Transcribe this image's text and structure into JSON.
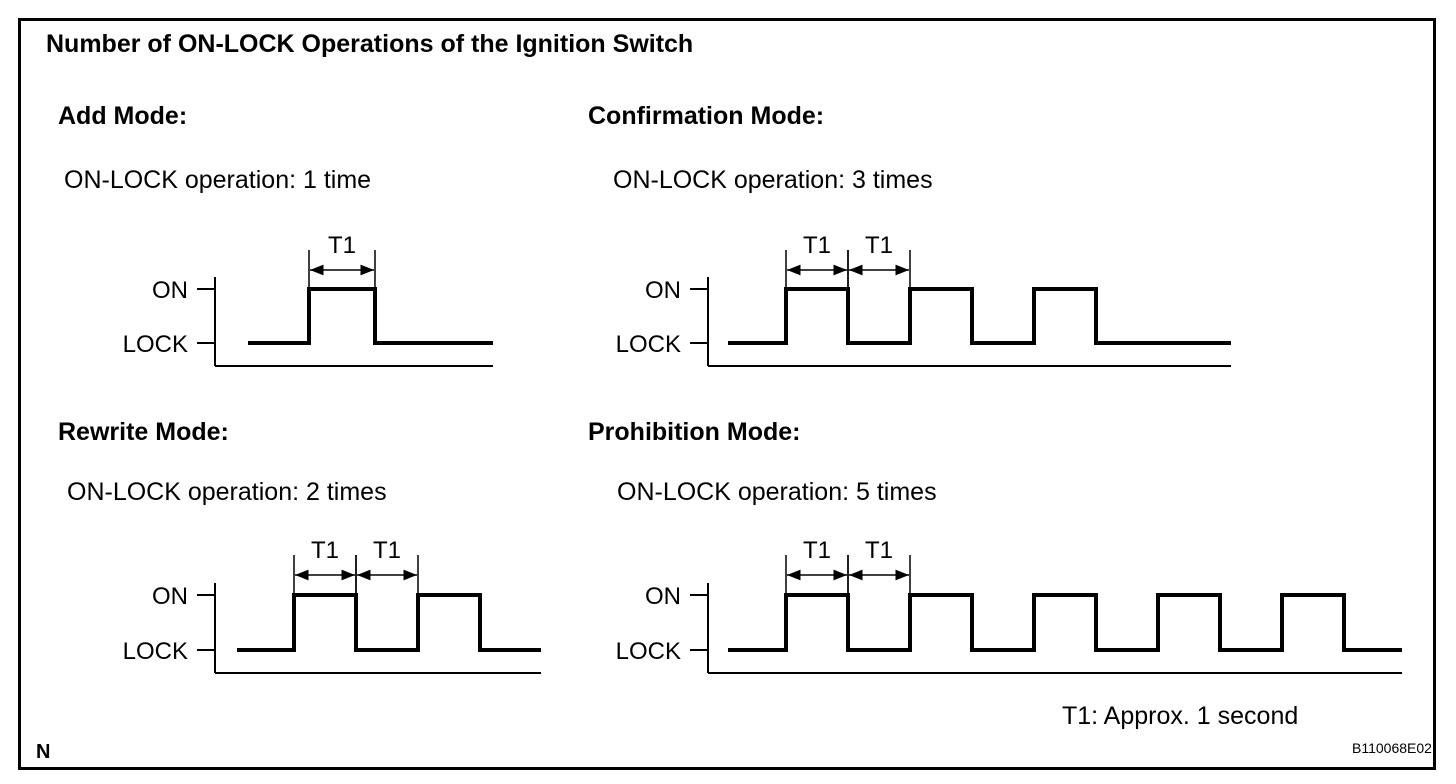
{
  "title": "Number of ON-LOCK Operations of the Ignition Switch",
  "axis_labels": {
    "on": "ON",
    "lock": "LOCK"
  },
  "interval_label": "T1",
  "modes": [
    {
      "key": "add",
      "title": "Add Mode:",
      "operation": "ON-LOCK operation: 1 time",
      "pulses": 1
    },
    {
      "key": "confirmation",
      "title": "Confirmation Mode:",
      "operation": "ON-LOCK operation: 3 times",
      "pulses": 3
    },
    {
      "key": "rewrite",
      "title": "Rewrite Mode:",
      "operation": "ON-LOCK operation: 2 times",
      "pulses": 2
    },
    {
      "key": "prohibition",
      "title": "Prohibition Mode:",
      "operation": "ON-LOCK operation: 5 times",
      "pulses": 5
    }
  ],
  "note": "T1: Approx. 1 second",
  "corner_mark": "N",
  "reference_code": "B110068E02"
}
